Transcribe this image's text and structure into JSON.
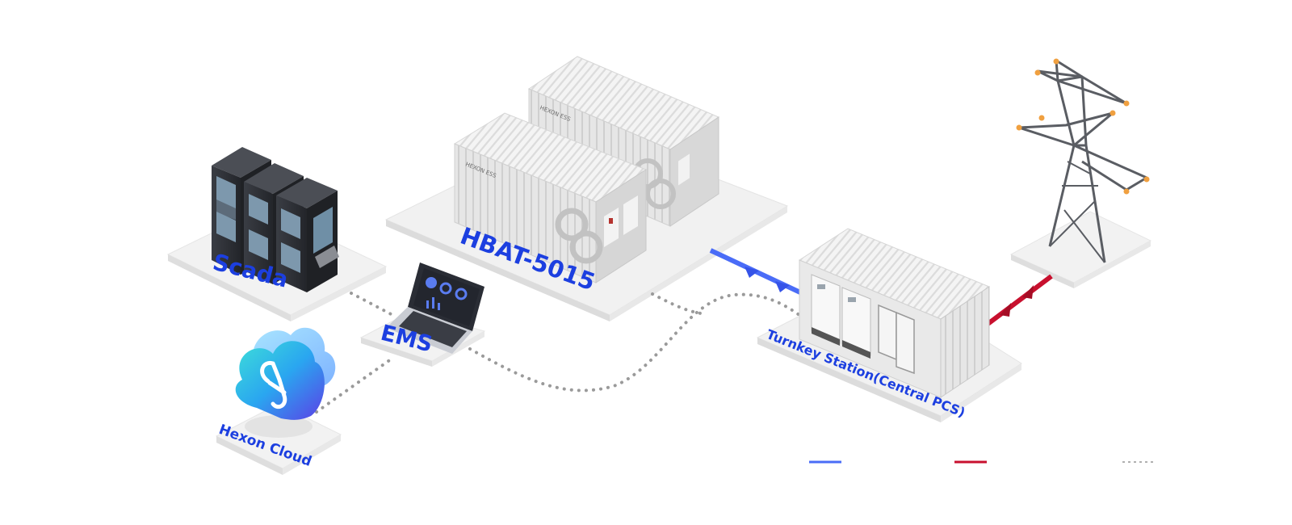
{
  "diagram": {
    "nodes": {
      "scada": {
        "label": "Scada"
      },
      "ems": {
        "label": "EMS"
      },
      "cloud": {
        "label": "Hexon Cloud"
      },
      "battery": {
        "label": "HBAT-5015",
        "brand": "HEXON ESS"
      },
      "turnkey": {
        "label": "Turnkey Station(Central PCS)"
      },
      "grid": {
        "label": ""
      }
    },
    "links": [
      {
        "from": "battery",
        "to": "turnkey",
        "style": "dc-line",
        "color": "#4a6cf7"
      },
      {
        "from": "turnkey",
        "to": "grid",
        "style": "ac-line",
        "color": "#c8102e"
      },
      {
        "from": "scada",
        "to": "ems",
        "style": "communication",
        "color": "#9a9a9a"
      },
      {
        "from": "cloud",
        "to": "ems",
        "style": "communication",
        "color": "#9a9a9a"
      },
      {
        "from": "ems",
        "to": "turnkey",
        "style": "communication",
        "color": "#9a9a9a"
      },
      {
        "from": "battery",
        "to": "turnkey",
        "style": "communication",
        "color": "#9a9a9a"
      }
    ],
    "legend": [
      {
        "style": "dc-line",
        "color": "#4a6cf7",
        "label": ""
      },
      {
        "style": "ac-line",
        "color": "#c8102e",
        "label": ""
      },
      {
        "style": "communication",
        "color": "#b0b0b0",
        "label": ""
      }
    ],
    "colors": {
      "label_blue": "#1c3fe0",
      "platform": "#f1f1f1",
      "container": "#e3e3e3"
    }
  }
}
